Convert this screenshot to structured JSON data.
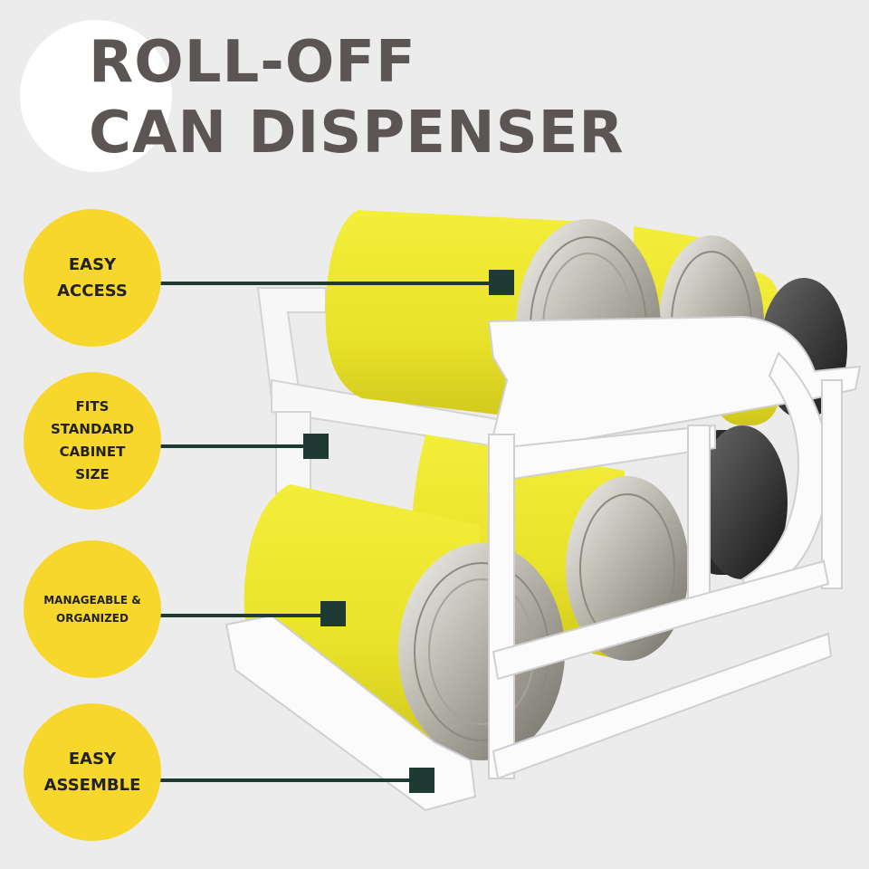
{
  "title": {
    "line1": "ROLL-OFF",
    "line2": "CAN DISPENSER"
  },
  "features": [
    {
      "label": "EASY\nACCESS",
      "icon": "feature-badge"
    },
    {
      "label": "FITS\nSTANDARD\nCABINET\nSIZE",
      "icon": "feature-badge"
    },
    {
      "label": "MANAGEABLE &\nORGANIZED",
      "icon": "feature-badge"
    },
    {
      "label": "EASY\nASSEMBLE",
      "icon": "feature-badge"
    }
  ],
  "colors": {
    "background": "#ececec",
    "title": "#5b5653",
    "badge": "#f7d72b",
    "connector": "#1f3a33",
    "can_label": "#ece832",
    "rack": "#ffffff"
  },
  "image": {
    "subject": "white-plastic-two-tier-rolling-can-rack-with-yellow-cans"
  }
}
